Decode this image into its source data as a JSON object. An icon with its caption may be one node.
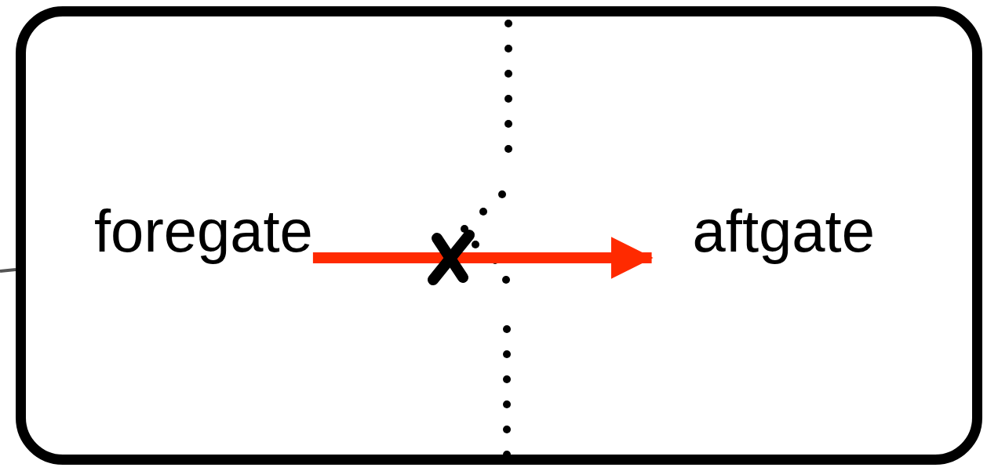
{
  "diagram": {
    "nodes": [
      {
        "text": [],
        "shape": "box"
      },
      {
        "text": [
          "foregate"
        ],
        "in": 0
      },
      {
        "text": [
          "aftgate"
        ],
        "in": 0
      }
    ],
    "edges": [
      {
        "from": 1,
        "to": 2,
        "arrow": "to",
        "color": "#ff2a00",
        "style": "thick"
      },
      {
        "from": null,
        "to": 0,
        "arrow": "none",
        "color": "#555555"
      }
    ]
  }
}
